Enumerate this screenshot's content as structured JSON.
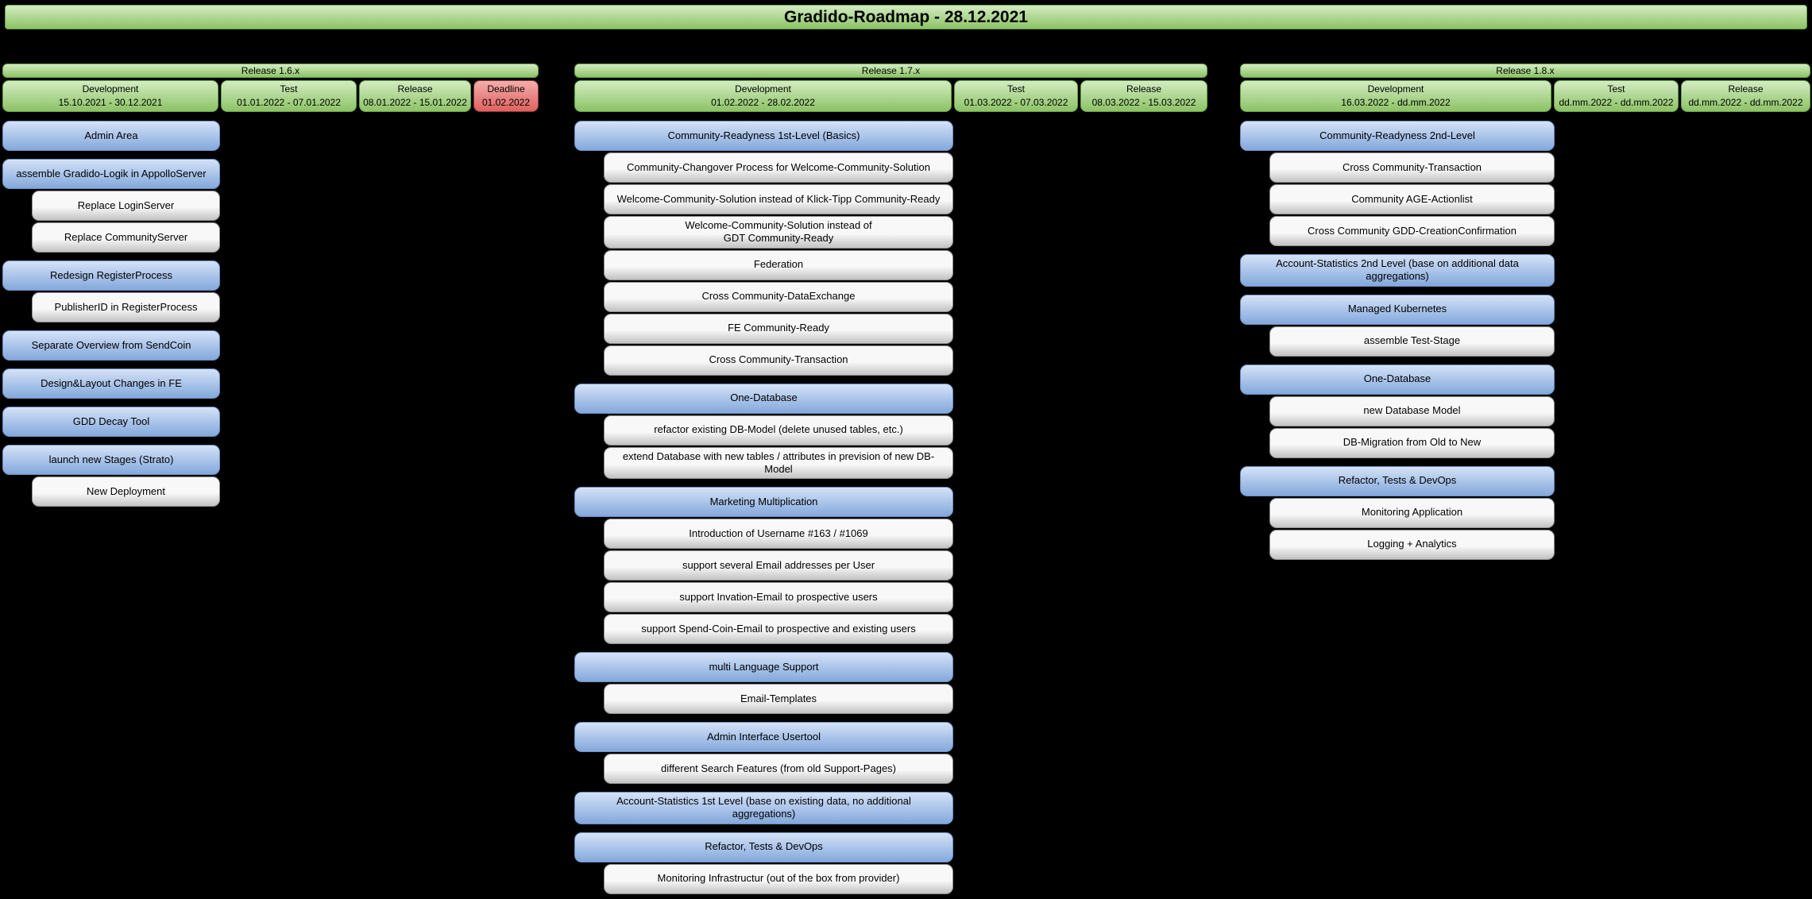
{
  "title": "Gradido-Roadmap - 28.12.2021",
  "colors": {
    "background": "#000000",
    "text": "#000000",
    "green_top": "#d3ecc2",
    "green_bottom": "#8cc365",
    "green_border": "#68a046",
    "blue_top": "#d4e2f7",
    "blue_bottom": "#83a8dc",
    "blue_border": "#6c8ebf",
    "gray_top": "#f8f8f8",
    "gray_bottom": "#c2c2c2",
    "gray_border": "#8f8f8f",
    "red_top": "#f3aeab",
    "red_bottom": "#df615e",
    "red_border": "#8e3734"
  },
  "roadmap": {
    "columns": [
      {
        "release": "Release 1.6.x",
        "phases": [
          {
            "name": "Development",
            "dates": "15.10.2021 - 30.12.2021"
          },
          {
            "name": "Test",
            "dates": "01.01.2022 - 07.01.2022"
          },
          {
            "name": "Release",
            "dates": "08.01.2022 - 15.01.2022"
          },
          {
            "name": "Deadline",
            "dates": "01.02.2022",
            "deadline": true
          }
        ],
        "items": [
          {
            "label": "Admin Area",
            "type": "feature"
          },
          {
            "label": "assemble Gradido-Logik in AppolloServer",
            "type": "feature"
          },
          {
            "label": "Replace LoginServer",
            "type": "task"
          },
          {
            "label": "Replace CommunityServer",
            "type": "task"
          },
          {
            "label": "Redesign RegisterProcess",
            "type": "feature"
          },
          {
            "label": "PublisherID in RegisterProcess",
            "type": "task"
          },
          {
            "label": "Separate Overview from SendCoin",
            "type": "feature"
          },
          {
            "label": "Design&Layout Changes in FE",
            "type": "feature"
          },
          {
            "label": "GDD Decay Tool",
            "type": "feature"
          },
          {
            "label": "launch new Stages (Strato)",
            "type": "feature"
          },
          {
            "label": "New Deployment",
            "type": "task"
          }
        ]
      },
      {
        "release": "Release 1.7.x",
        "phases": [
          {
            "name": "Development",
            "dates": "01.02.2022 - 28.02.2022"
          },
          {
            "name": "Test",
            "dates": "01.03.2022 - 07.03.2022"
          },
          {
            "name": "Release",
            "dates": "08.03.2022 - 15.03.2022"
          }
        ],
        "items": [
          {
            "label": "Community-Readyness 1st-Level (Basics)",
            "type": "feature"
          },
          {
            "label": "Community-Changover Process for Welcome-Community-Solution",
            "type": "task"
          },
          {
            "label": "Welcome-Community-Solution instead of Klick-Tipp Community-Ready",
            "type": "task"
          },
          {
            "label": "Welcome-Community-Solution instead of\nGDT Community-Ready",
            "type": "task"
          },
          {
            "label": "Federation",
            "type": "task"
          },
          {
            "label": "Cross Community-DataExchange",
            "type": "task"
          },
          {
            "label": "FE Community-Ready",
            "type": "task"
          },
          {
            "label": "Cross Community-Transaction",
            "type": "task"
          },
          {
            "label": "One-Database",
            "type": "feature"
          },
          {
            "label": "refactor existing DB-Model (delete unused tables, etc.)",
            "type": "task"
          },
          {
            "label": "extend Database with new tables / attributes in prevision of new DB-Model",
            "type": "task"
          },
          {
            "label": "Marketing Multiplication",
            "type": "feature"
          },
          {
            "label": "Introduction of Username #163 / #1069",
            "type": "task"
          },
          {
            "label": "support several Email addresses per User",
            "type": "task"
          },
          {
            "label": "support Invation-Email to prospective users",
            "type": "task"
          },
          {
            "label": "support Spend-Coin-Email to prospective and existing users",
            "type": "task"
          },
          {
            "label": "multi Language Support",
            "type": "feature"
          },
          {
            "label": "Email-Templates",
            "type": "task"
          },
          {
            "label": "Admin Interface Usertool",
            "type": "feature"
          },
          {
            "label": "different Search Features (from old Support-Pages)",
            "type": "task"
          },
          {
            "label": "Account-Statistics 1st Level (base on existing data, no additional aggregations)",
            "type": "feature"
          },
          {
            "label": "Refactor, Tests & DevOps",
            "type": "feature"
          },
          {
            "label": "Monitoring Infrastructur (out of the box from provider)",
            "type": "task"
          }
        ]
      },
      {
        "release": "Release 1.8.x",
        "phases": [
          {
            "name": "Development",
            "dates": "16.03.2022 - dd.mm.2022"
          },
          {
            "name": "Test",
            "dates": "dd.mm.2022 - dd.mm.2022"
          },
          {
            "name": "Release",
            "dates": "dd.mm.2022 - dd.mm.2022"
          }
        ],
        "items": [
          {
            "label": "Community-Readyness 2nd-Level",
            "type": "feature"
          },
          {
            "label": "Cross Community-Transaction",
            "type": "task"
          },
          {
            "label": "Community AGE-Actionlist",
            "type": "task"
          },
          {
            "label": "Cross Community GDD-CreationConfirmation",
            "type": "task"
          },
          {
            "label": "Account-Statistics 2nd Level (base on additional data aggregations)",
            "type": "feature"
          },
          {
            "label": "Managed Kubernetes",
            "type": "feature"
          },
          {
            "label": "assemble Test-Stage",
            "type": "task"
          },
          {
            "label": "One-Database",
            "type": "feature"
          },
          {
            "label": "new Database Model",
            "type": "task"
          },
          {
            "label": "DB-Migration from Old to New",
            "type": "task"
          },
          {
            "label": "Refactor, Tests & DevOps",
            "type": "feature"
          },
          {
            "label": "Monitoring Application",
            "type": "task"
          },
          {
            "label": "Logging + Analytics",
            "type": "task"
          }
        ]
      }
    ]
  }
}
